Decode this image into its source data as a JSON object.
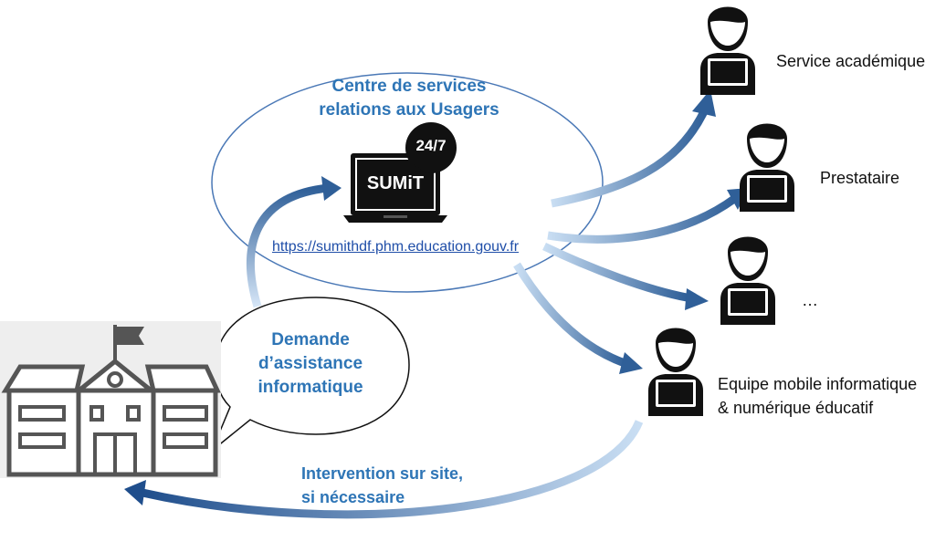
{
  "center": {
    "title_line1": "Centre de services",
    "title_line2": "relations aux Usagers",
    "brand": "SUMiT",
    "badge": "24/7",
    "url": "https://sumithdf.phm.education.gouv.fr"
  },
  "request_bubble": {
    "line1": "Demande",
    "line2": "d’assistance",
    "line3": "informatique"
  },
  "intervention": {
    "line1": "Intervention sur site,",
    "line2": "si nécessaire"
  },
  "recipients": [
    {
      "label": "Service académique"
    },
    {
      "label": "Prestataire"
    },
    {
      "label": "…"
    },
    {
      "label_line1": "Equipe mobile informatique",
      "label_line2": "& numérique éducatif"
    }
  ],
  "colors": {
    "accent": "#2e75b6",
    "arrow_dark": "#2f5f98",
    "arrow_light": "#b9d3ee",
    "outline": "#2f5f98",
    "icon": "#111111"
  }
}
